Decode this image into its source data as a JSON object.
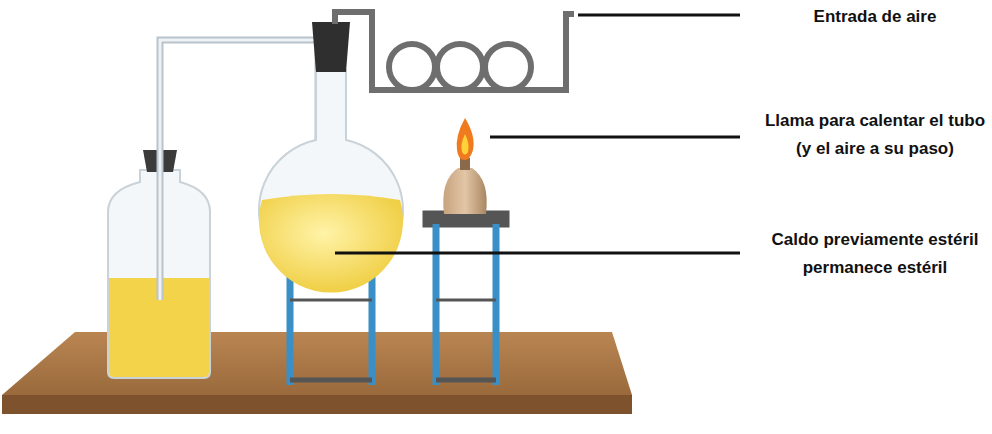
{
  "diagram": {
    "labels": [
      "Entrada de aire",
      "Llama para calentar el tubo (y el aire a su paso)",
      "Caldo previamente estéril permanece estéril"
    ]
  }
}
